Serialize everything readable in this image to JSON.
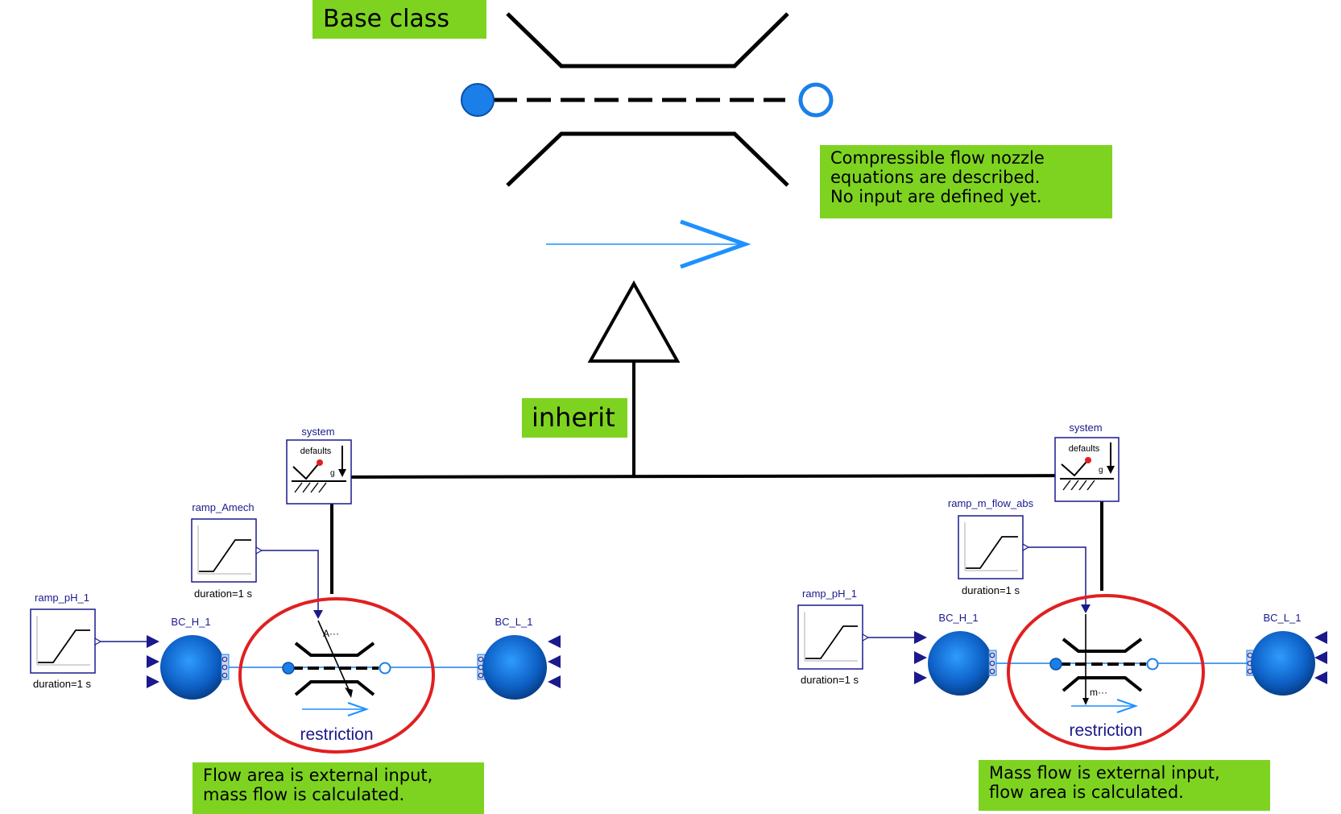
{
  "notes": {
    "base_class": "Base class",
    "inherit": "inherit",
    "base_description": [
      "Compressible flow nozzle",
      "equations are described.",
      "No input are defined yet."
    ],
    "left_description": [
      "Flow area is external input,",
      "mass flow is calculated."
    ],
    "right_description": [
      "Mass flow is external input,",
      "flow area is calculated."
    ]
  },
  "left_model": {
    "system_label": "system",
    "system_defaults": "defaults",
    "gravity_label": "g",
    "ramp_area_label": "ramp_Amech",
    "ramp_area_param": "duration=1 s",
    "ramp_ph_label": "ramp_pH_1",
    "ramp_ph_param": "duration=1 s",
    "bc_high_label": "BC_H_1",
    "bc_low_label": "BC_L_1",
    "input_tag": "A···",
    "restriction_label": "restriction"
  },
  "right_model": {
    "system_label": "system",
    "system_defaults": "defaults",
    "gravity_label": "g",
    "ramp_mflow_label": "ramp_m_flow_abs",
    "ramp_mflow_param": "duration=1 s",
    "ramp_ph_label": "ramp_pH_1",
    "ramp_ph_param": "duration=1 s",
    "bc_high_label": "BC_H_1",
    "bc_low_label": "BC_L_1",
    "input_tag": "m···",
    "restriction_label": "restriction"
  },
  "colors": {
    "note_green": "#7ed321",
    "port_blue": "#1a7fe8",
    "flow_arrow_blue": "#1e90ff",
    "label_navy": "#1a1a8c",
    "highlight_red": "#e02020"
  },
  "icons": [
    "nozzle-icon",
    "flow-arrow-icon",
    "inheritance-arrow-icon",
    "ramp-icon",
    "boundary-sphere-icon",
    "system-defaults-icon"
  ]
}
